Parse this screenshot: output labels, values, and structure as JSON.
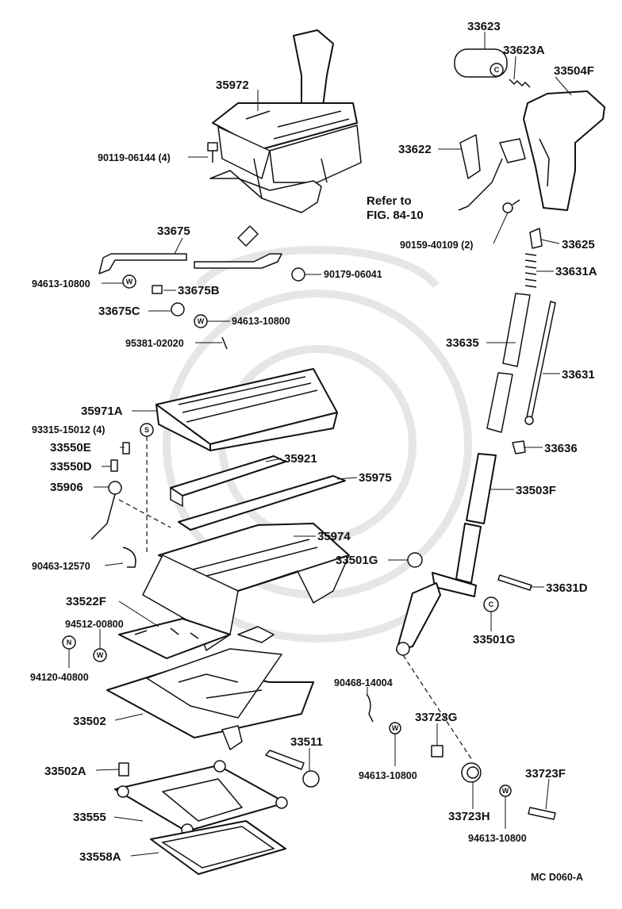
{
  "diagram": {
    "code": "MC  D060-A",
    "refer_text_line1": "Refer to",
    "refer_text_line2": "FIG. 84-10",
    "callouts": {
      "p35972": "35972",
      "p90119": "90119-06144 (4)",
      "p33675": "33675",
      "p94613a": "94613-10800",
      "p33675B": "33675B",
      "p90179": "90179-06041",
      "p33675C": "33675C",
      "p94613b": "94613-10800",
      "p95381": "95381-02020",
      "p35971A": "35971A",
      "p93315": "93315-15012 (4)",
      "p33550E": "33550E",
      "p33550D": "33550D",
      "p35906": "35906",
      "p35921": "35921",
      "p35975": "35975",
      "p35974": "35974",
      "p90463": "90463-12570",
      "p33522F": "33522F",
      "p94512": "94512-00800",
      "p94120": "94120-40800",
      "p33502": "33502",
      "p33502A": "33502A",
      "p33511": "33511",
      "p33555": "33555",
      "p33558A": "33558A",
      "p33623": "33623",
      "p33623A": "33623A",
      "p33504F": "33504F",
      "p33622": "33622",
      "p90159": "90159-40109 (2)",
      "p33625": "33625",
      "p33631A": "33631A",
      "p33635": "33635",
      "p33631": "33631",
      "p33636": "33636",
      "p33503F": "33503F",
      "p33501Ga": "33501G",
      "p33631D": "33631D",
      "p33501Gb": "33501G",
      "p90468": "90468-14004",
      "p33723G": "33723G",
      "p94613c": "94613-10800",
      "p33723H": "33723H",
      "p33723F": "33723F",
      "p94613d": "94613-10800"
    },
    "washer_letters": {
      "w": "W",
      "s": "S",
      "n": "N",
      "c": "C"
    }
  }
}
